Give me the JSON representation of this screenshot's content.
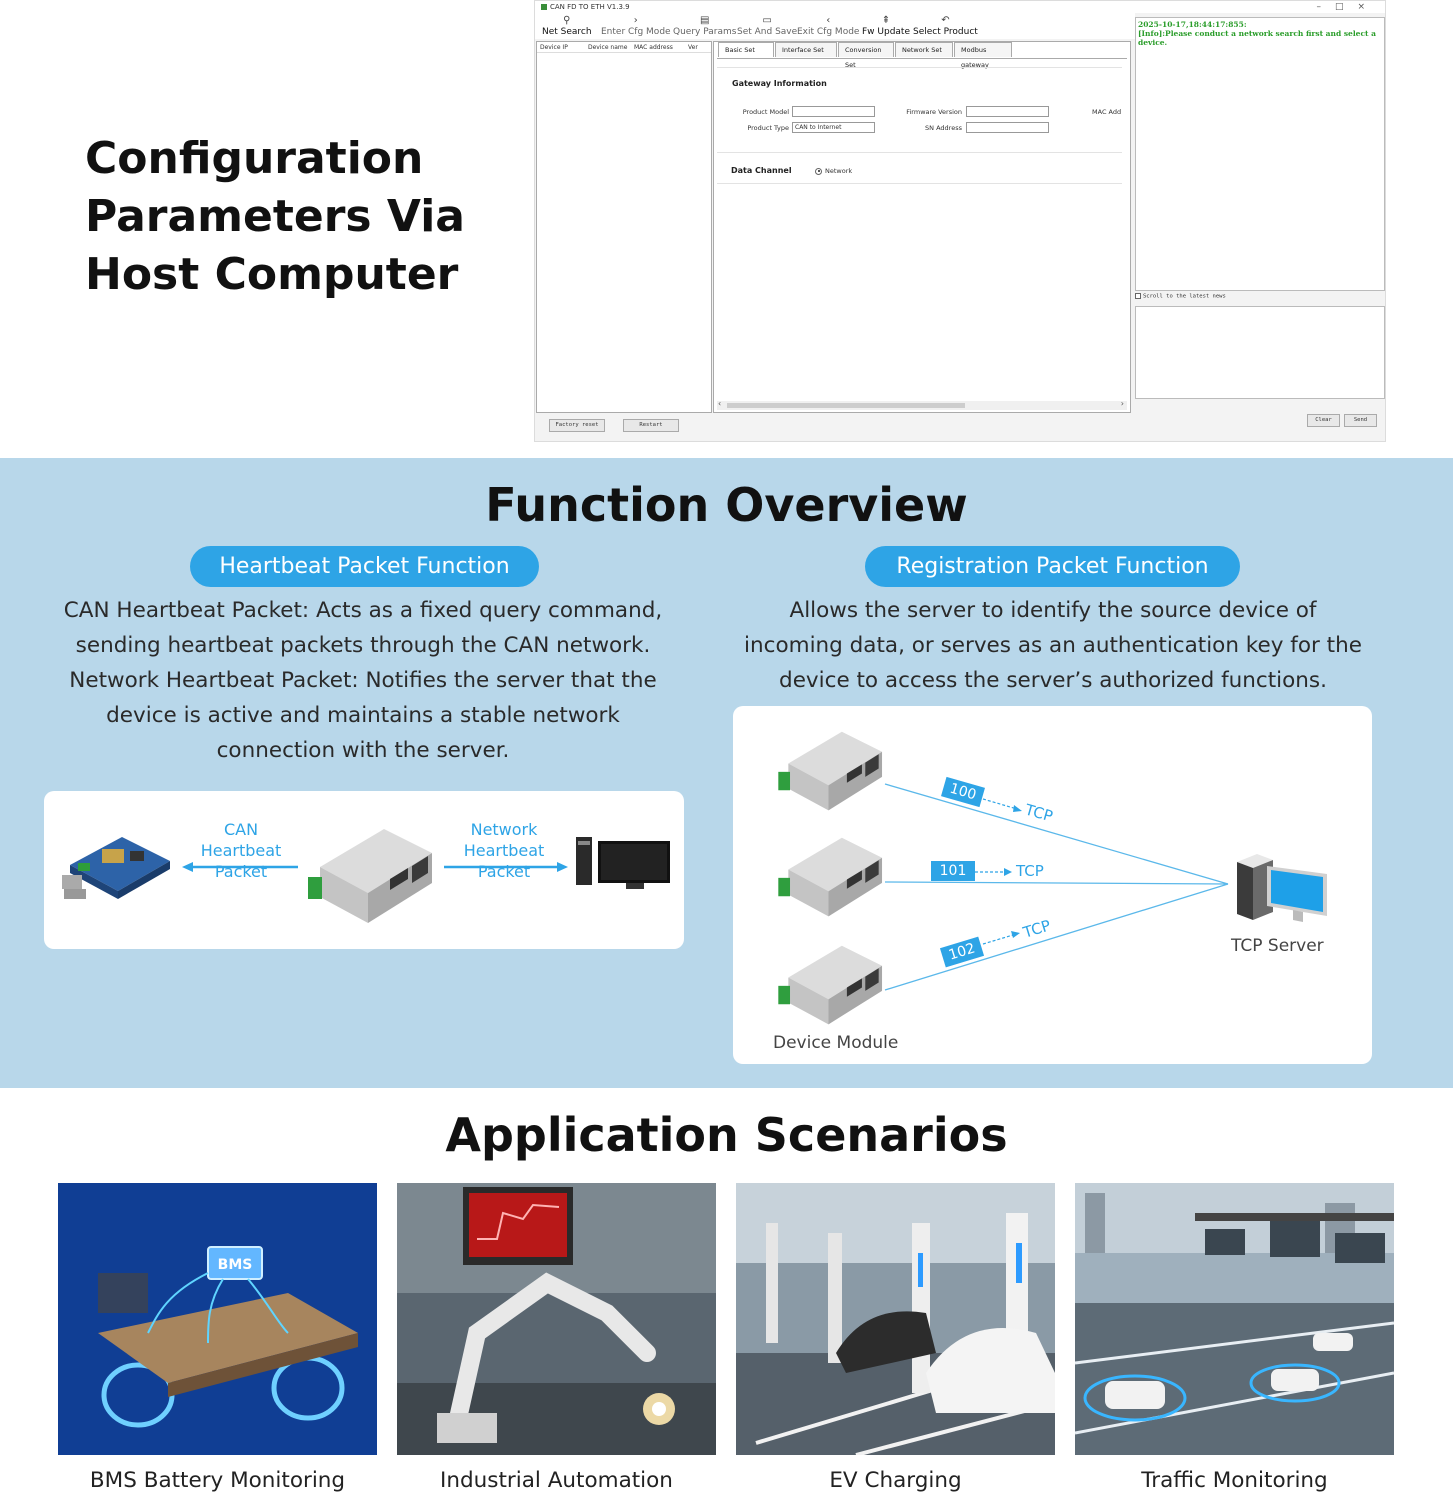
{
  "section1": {
    "title_lines": [
      "Configuration",
      "Parameters Via",
      "Host Computer"
    ]
  },
  "app": {
    "window_title": "CAN FD TO ETH V1.3.9",
    "toolbar": [
      "Net Search",
      "Enter Cfg Mode",
      "Query Params",
      "Set And Save",
      "Exit Cfg Mode",
      "Fw Update",
      "Select Product"
    ],
    "device_columns": [
      "Device IP",
      "Device name",
      "MAC address",
      "Ver"
    ],
    "tabs": [
      "Basic Set",
      "Interface Set",
      "Conversion Set",
      "Network Set",
      "Modbus gateway"
    ],
    "gateway_title": "Gateway Information",
    "fields": {
      "product_model_label": "Product Model",
      "product_model_value": "",
      "product_type_label": "Product Type",
      "product_type_value": "CAN to Internet",
      "firmware_label": "Firmware Version",
      "firmware_value": "",
      "sn_label": "SN Address",
      "sn_value": "",
      "mac_label": "MAC Add"
    },
    "data_channel_title": "Data Channel",
    "data_channel_option": "Network",
    "log_line1": "2025-10-17,18:44:17:855:",
    "log_line2": "[Info]:Please conduct a network search first and select a device.",
    "scroll_label": "Scroll to the latest news",
    "buttons": {
      "factory_reset": "Factory reset",
      "restart": "Restart",
      "clear": "Clear",
      "send": "Send"
    }
  },
  "section2": {
    "title": "Function Overview",
    "heartbeat": {
      "pill": "Heartbeat Packet Function",
      "desc": [
        "CAN Heartbeat Packet: Acts as a fixed query command,",
        "sending heartbeat packets through the CAN network.",
        "Network Heartbeat Packet: Notifies the server that the",
        "device is active and maintains a stable network",
        "connection with the server."
      ],
      "can_label": [
        "CAN",
        "Heartbeat Packet"
      ],
      "net_label": [
        "Network",
        "Heartbeat Packet"
      ]
    },
    "registration": {
      "pill": "Registration Packet Function",
      "desc": [
        "Allows the server to identify the source device of",
        "incoming data, or serves as an authentication key for the",
        "device to access the server’s authorized functions."
      ],
      "ids": [
        "100",
        "101",
        "102"
      ],
      "tcp": "TCP",
      "server_label": "TCP Server",
      "device_label": "Device Module"
    }
  },
  "section3": {
    "title": "Application Scenarios",
    "scenes": [
      "BMS Battery Monitoring",
      "Industrial Automation",
      "EV Charging",
      "Traffic Monitoring"
    ],
    "bms_label": "BMS"
  }
}
